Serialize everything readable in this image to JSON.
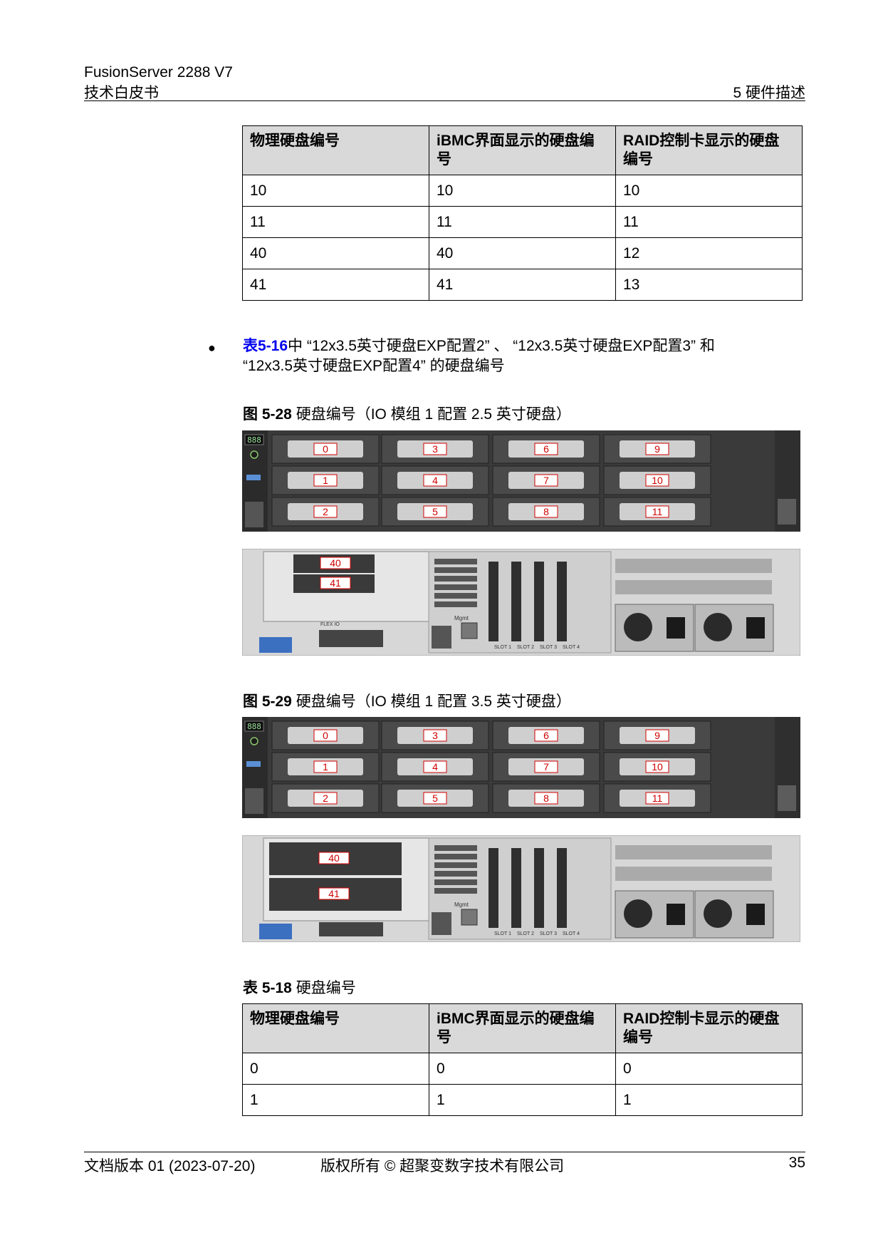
{
  "header": {
    "product": "FusionServer 2288 V7",
    "doc_type": "技术白皮书",
    "chapter": "5 硬件描述"
  },
  "table_top": {
    "headers": [
      "物理硬盘编号",
      "iBMC界面显示的硬盘编号",
      "RAID控制卡显示的硬盘编号"
    ],
    "header_lines": [
      [
        "物理硬盘编号"
      ],
      [
        "iBMC界面显示的硬盘编",
        "号"
      ],
      [
        "RAID控制卡显示的硬盘",
        "编号"
      ]
    ],
    "rows": [
      [
        "10",
        "10",
        "10"
      ],
      [
        "11",
        "11",
        "11"
      ],
      [
        "40",
        "40",
        "12"
      ],
      [
        "41",
        "41",
        "13"
      ]
    ]
  },
  "bullet": {
    "link": "表5-16",
    "line1_rest": "中 “12x3.5英寸硬盘EXP配置2” 、 “12x3.5英寸硬盘EXP配置3” 和",
    "line2": "“12x3.5英寸硬盘EXP配置4” 的硬盘编号"
  },
  "figure_28": {
    "caption_label": "图 5-28",
    "caption_text": "硬盘编号（IO 模组 1 配置 2.5 英寸硬盘）",
    "front_slots": [
      "0",
      "3",
      "6",
      "9",
      "1",
      "4",
      "7",
      "10",
      "2",
      "5",
      "8",
      "11"
    ],
    "rear_slots": [
      "40",
      "41"
    ]
  },
  "figure_29": {
    "caption_label": "图 5-29",
    "caption_text": "硬盘编号（IO 模组 1 配置 3.5 英寸硬盘）",
    "front_slots": [
      "0",
      "3",
      "6",
      "9",
      "1",
      "4",
      "7",
      "10",
      "2",
      "5",
      "8",
      "11"
    ],
    "rear_slots": [
      "40",
      "41"
    ]
  },
  "rear_labels": {
    "flex_io": "FLEX IO",
    "mgmt": "Mgmt",
    "slot1": "SLOT 1",
    "slot2": "SLOT 2",
    "slot3": "SLOT 3",
    "slot4": "SLOT 4",
    "panel_readout": "888"
  },
  "table_5_18": {
    "caption_label": "表 5-18",
    "caption_text": "硬盘编号",
    "header_lines": [
      [
        "物理硬盘编号"
      ],
      [
        "iBMC界面显示的硬盘编",
        "号"
      ],
      [
        "RAID控制卡显示的硬盘",
        "编号"
      ]
    ],
    "rows": [
      [
        "0",
        "0",
        "0"
      ],
      [
        "1",
        "1",
        "1"
      ]
    ]
  },
  "footer": {
    "version": "文档版本 01 (2023-07-20)",
    "copyright": "版权所有 © 超聚变数字技术有限公司",
    "page": "35"
  }
}
